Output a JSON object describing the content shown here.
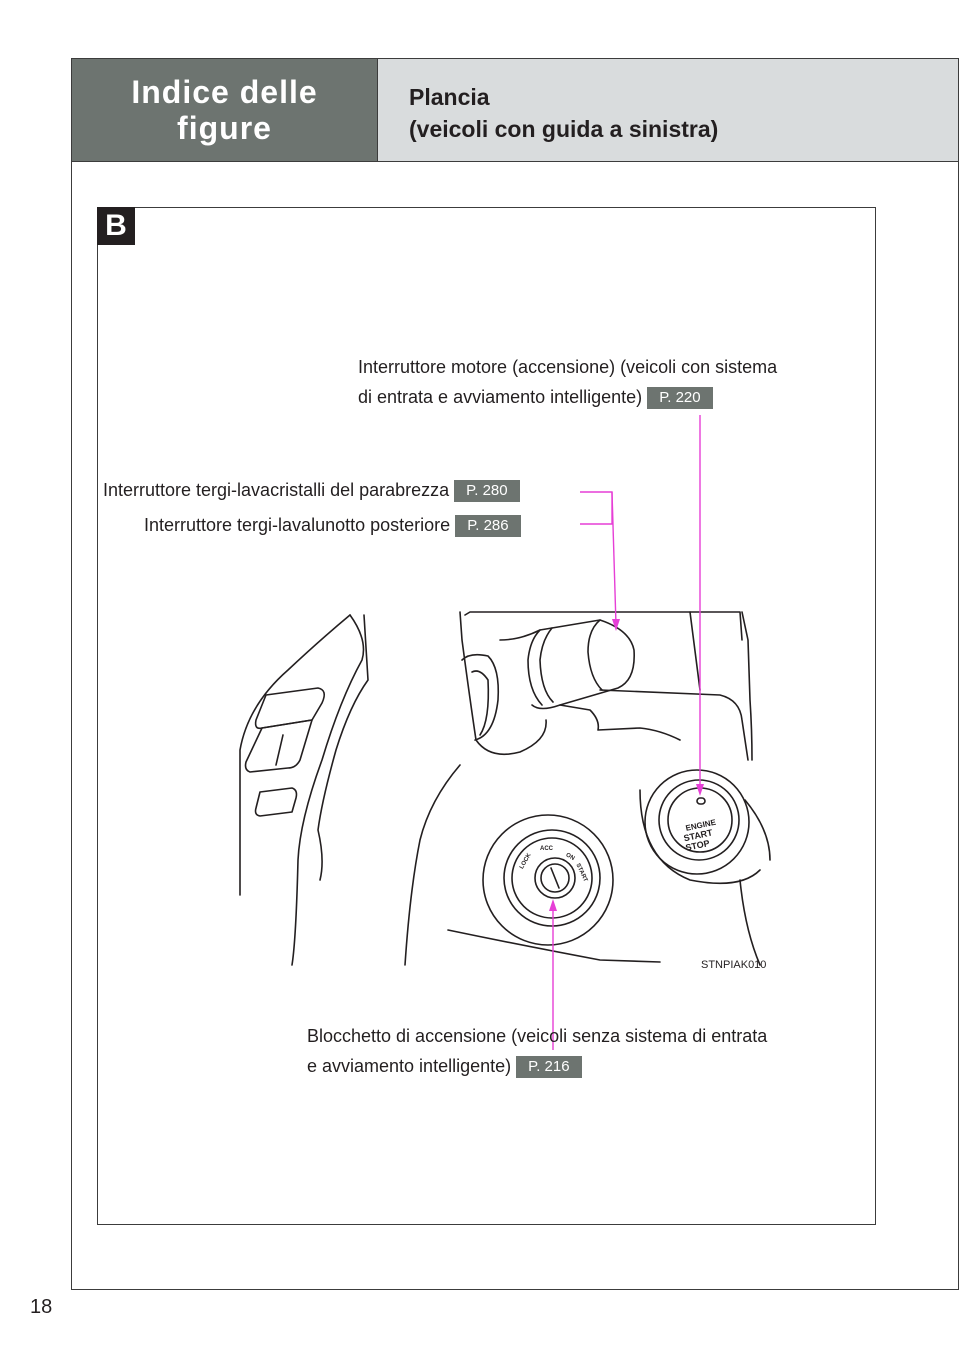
{
  "header": {
    "section_title": "Indice delle\nfigure",
    "subtitle": "Plancia\n(veicoli con guida a sinistra)"
  },
  "panel": {
    "badge": "B",
    "image_code": "STNPIAK010",
    "callouts": [
      {
        "id": "engine_switch",
        "lines": [
          "Interruttore motore (accensione) (veicoli con sistema",
          "di entrata e avviamento intelligente)"
        ],
        "page": "P. 220"
      },
      {
        "id": "windshield_wiper",
        "lines": [
          "Interruttore tergi-lavacristalli del parabrezza"
        ],
        "page": "P. 280"
      },
      {
        "id": "rear_wiper",
        "lines": [
          "Interruttore tergi-lavalunotto posteriore"
        ],
        "page": "P. 286"
      },
      {
        "id": "ignition_lock",
        "lines": [
          "Blocchetto di accensione (veicoli senza sistema di entrata",
          "e avviamento intelligente)"
        ],
        "page": "P. 216"
      }
    ],
    "illustration_text": {
      "engine_button": [
        "ENGINE",
        "START",
        "STOP"
      ],
      "ignition_positions": [
        "LOCK",
        "ACC",
        "ON",
        "START"
      ]
    },
    "colors": {
      "leader_line": "#e63fd6",
      "page_tag": "#6d7470"
    }
  },
  "footer": {
    "page_number": "18"
  }
}
